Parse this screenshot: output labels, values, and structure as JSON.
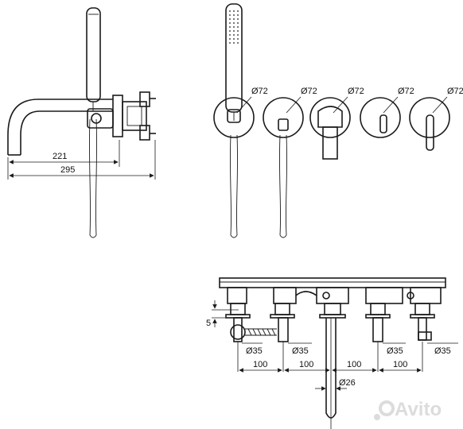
{
  "side_view": {
    "dimension_221": "221",
    "dimension_295": "295"
  },
  "front_view": {
    "rosette_diameters": [
      "Ø72",
      "Ø72",
      "Ø72",
      "Ø72",
      "Ø72"
    ]
  },
  "top_view": {
    "dimension_5": "5",
    "hole_diameters": [
      "Ø35",
      "Ø35",
      "Ø35",
      "Ø35"
    ],
    "spacings": [
      "100",
      "100",
      "100",
      "100"
    ],
    "spout_diameter": "Ø26"
  },
  "watermark": "Avito"
}
